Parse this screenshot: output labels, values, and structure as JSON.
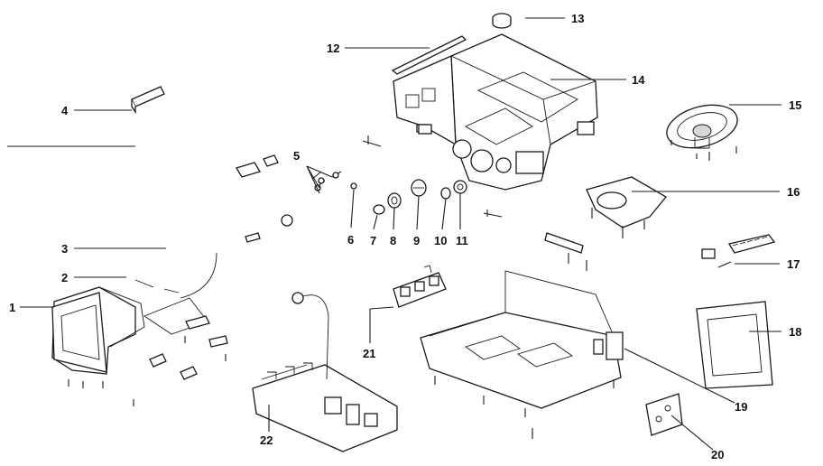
{
  "diagram": {
    "colors": {
      "ink": "#1a1a1a",
      "paper": "#ffffff"
    },
    "callouts": [
      {
        "id": "c1",
        "label": "1"
      },
      {
        "id": "c2",
        "label": "2"
      },
      {
        "id": "c3",
        "label": "3"
      },
      {
        "id": "c4",
        "label": "4"
      },
      {
        "id": "c5",
        "label": "5"
      },
      {
        "id": "c6",
        "label": "6"
      },
      {
        "id": "c7",
        "label": "7"
      },
      {
        "id": "c8",
        "label": "8"
      },
      {
        "id": "c9",
        "label": "9"
      },
      {
        "id": "c10",
        "label": "10"
      },
      {
        "id": "c11",
        "label": "11"
      },
      {
        "id": "c12",
        "label": "12"
      },
      {
        "id": "c13",
        "label": "13"
      },
      {
        "id": "c14",
        "label": "14"
      },
      {
        "id": "c15",
        "label": "15"
      },
      {
        "id": "c16",
        "label": "16"
      },
      {
        "id": "c17",
        "label": "17"
      },
      {
        "id": "c18",
        "label": "18"
      },
      {
        "id": "c19",
        "label": "19"
      },
      {
        "id": "c20",
        "label": "20"
      },
      {
        "id": "c21",
        "label": "21"
      },
      {
        "id": "c22",
        "label": "22"
      }
    ]
  }
}
